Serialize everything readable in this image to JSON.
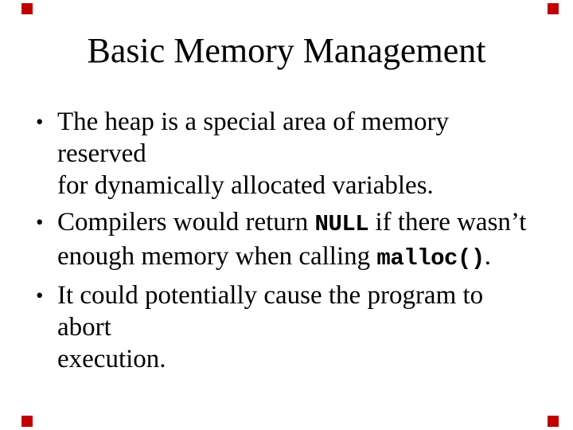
{
  "slide": {
    "title": "Basic Memory Management",
    "bullet_char": "•",
    "bullets": [
      {
        "lines": [
          [
            {
              "t": "The heap is a special area of memory reserved",
              "code": false
            }
          ],
          [
            {
              "t": "for dynamically allocated variables.",
              "code": false
            }
          ]
        ]
      },
      {
        "lines": [
          [
            {
              "t": "Compilers would return ",
              "code": false
            },
            {
              "t": "NULL",
              "code": true
            },
            {
              "t": " if there wasn’t",
              "code": false
            }
          ],
          [
            {
              "t": "enough memory when calling ",
              "code": false
            },
            {
              "t": "malloc()",
              "code": true
            },
            {
              "t": ".",
              "code": false
            }
          ]
        ]
      },
      {
        "lines": [
          [
            {
              "t": "It could potentially cause the program to abort",
              "code": false
            }
          ],
          [
            {
              "t": "execution.",
              "code": false
            }
          ]
        ]
      }
    ],
    "colors": {
      "background": "#ffffff",
      "text": "#000000",
      "corner_marker": "#c00000"
    },
    "corner_markers": [
      "top-left",
      "top-right",
      "bottom-left",
      "bottom-right"
    ]
  }
}
